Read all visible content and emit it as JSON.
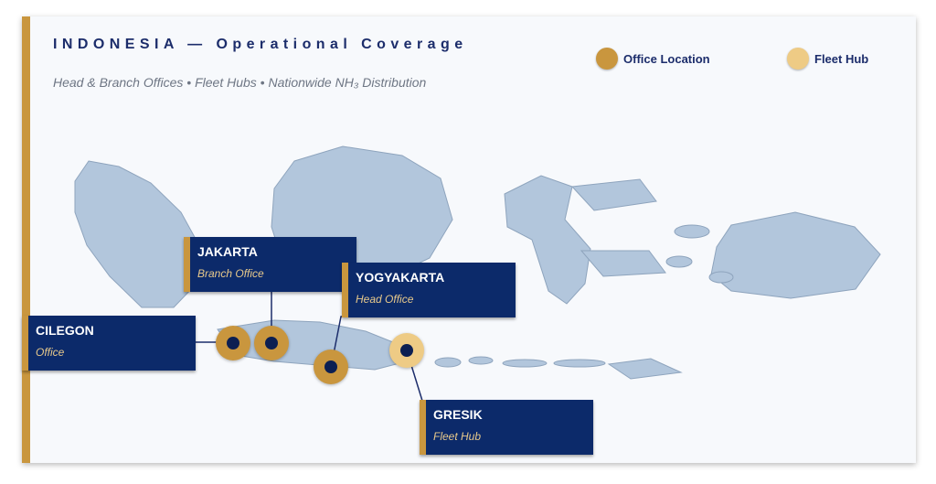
{
  "header": {
    "title": "INDONESIA — Operational Coverage",
    "subtitle": "Head & Branch Offices • Fleet Hubs • Nationwide NH₃ Distribution"
  },
  "legend": [
    {
      "label": "Office Location",
      "color": "#c9963e"
    },
    {
      "label": "Fleet Hub",
      "color": "#eecb85"
    }
  ],
  "locations": [
    {
      "name": "JAKARTA",
      "role": "Branch Office",
      "type": "office"
    },
    {
      "name": "YOGYAKARTA",
      "role": "Head Office",
      "type": "office"
    },
    {
      "name": "CILEGON",
      "role": "Office",
      "type": "office"
    },
    {
      "name": "GRESIK",
      "role": "Fleet Hub",
      "type": "fleet-hub"
    }
  ],
  "colors": {
    "navy": "#0c2a6a",
    "gold": "#c9963e",
    "light_gold": "#eecb85",
    "land": "#b2c6dc",
    "background": "#f7f9fc"
  }
}
